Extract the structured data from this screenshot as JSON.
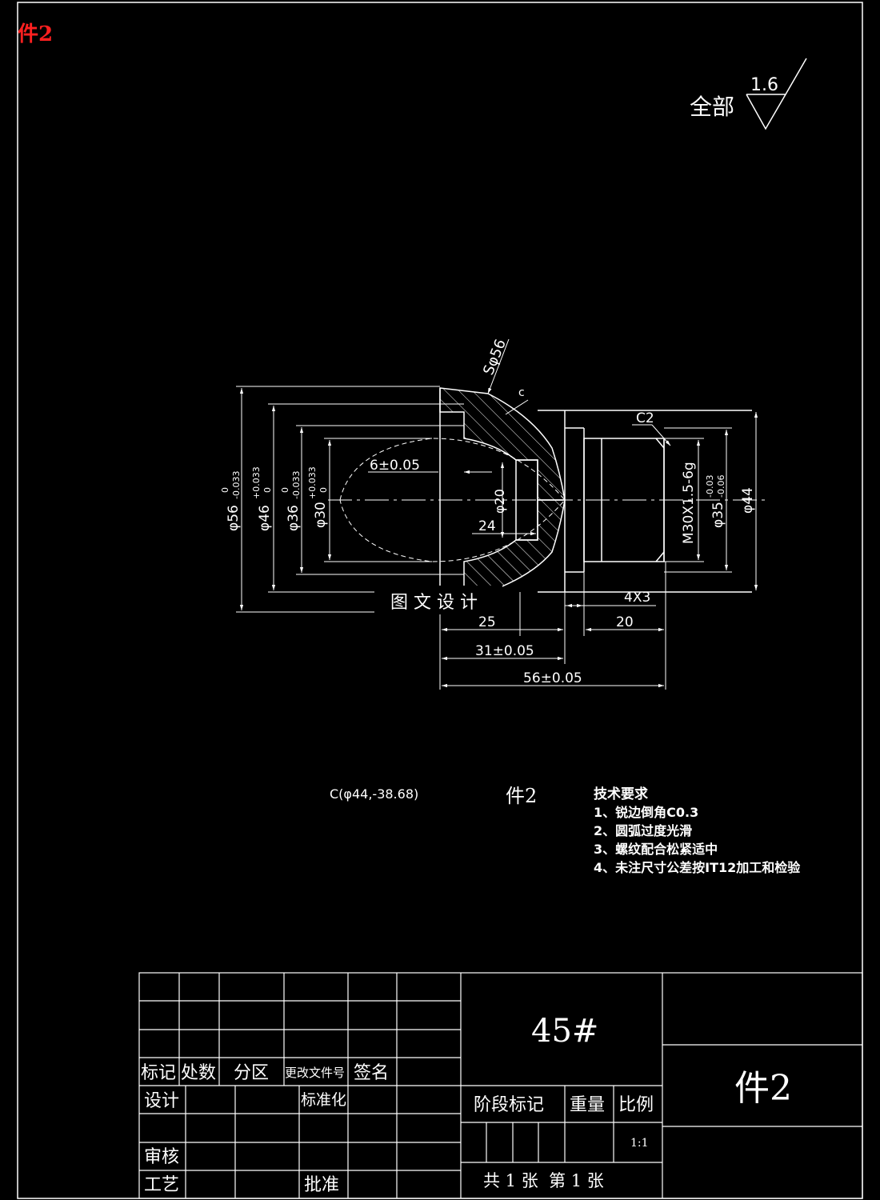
{
  "corner_tag": "件2",
  "roughness": {
    "label": "全部",
    "value": "1.6"
  },
  "dimensions": {
    "s_sphere": "Sφ56",
    "c_point": "c",
    "chamfer": "C2",
    "d56_main": "φ56",
    "d56_up": "0",
    "d56_low": "-0.033",
    "d46_main": "φ46",
    "d46_up": "+0.033",
    "d46_low": "0",
    "d36_main": "φ36",
    "d36_up": "0",
    "d36_low": "-0.033",
    "d30_main": "φ30",
    "d30_up": "+0.033",
    "d30_low": "0",
    "six": "6±0.05",
    "d20": "φ20",
    "twentyfour": "24",
    "thread": "M30X1.5-6g",
    "d35_main": "φ35",
    "d35_up": "-0.03",
    "d35_low": "-0.06",
    "d44": "φ44",
    "four_by_three": "4X3",
    "twentyfive": "25",
    "twenty": "20",
    "thirtyone": "31±0.05",
    "fiftysix": "56±0.05"
  },
  "watermark": "图 文 设 计",
  "coord_note": "C(φ44,-38.68)",
  "part_label": "件2",
  "tech": {
    "title": "技术要求",
    "items": [
      "1、锐边倒角C0.3",
      "2、圆弧过度光滑",
      "3、螺纹配合松紧适中",
      "4、未注尺寸公差按IT12加工和检验"
    ]
  },
  "title_block": {
    "material": "45#",
    "drawing_name": "件2",
    "h_mark": "标记",
    "h_count": "处数",
    "h_zone": "分区",
    "h_docno": "更改文件号",
    "h_sign": "签名",
    "design": "设计",
    "standard": "标准化",
    "review": "审核",
    "process": "工艺",
    "approve": "批准",
    "stage": "阶段标记",
    "weight": "重量",
    "scale_h": "比例",
    "scale_v": "1:1",
    "sheets": "共 1 张  第 1 张"
  }
}
